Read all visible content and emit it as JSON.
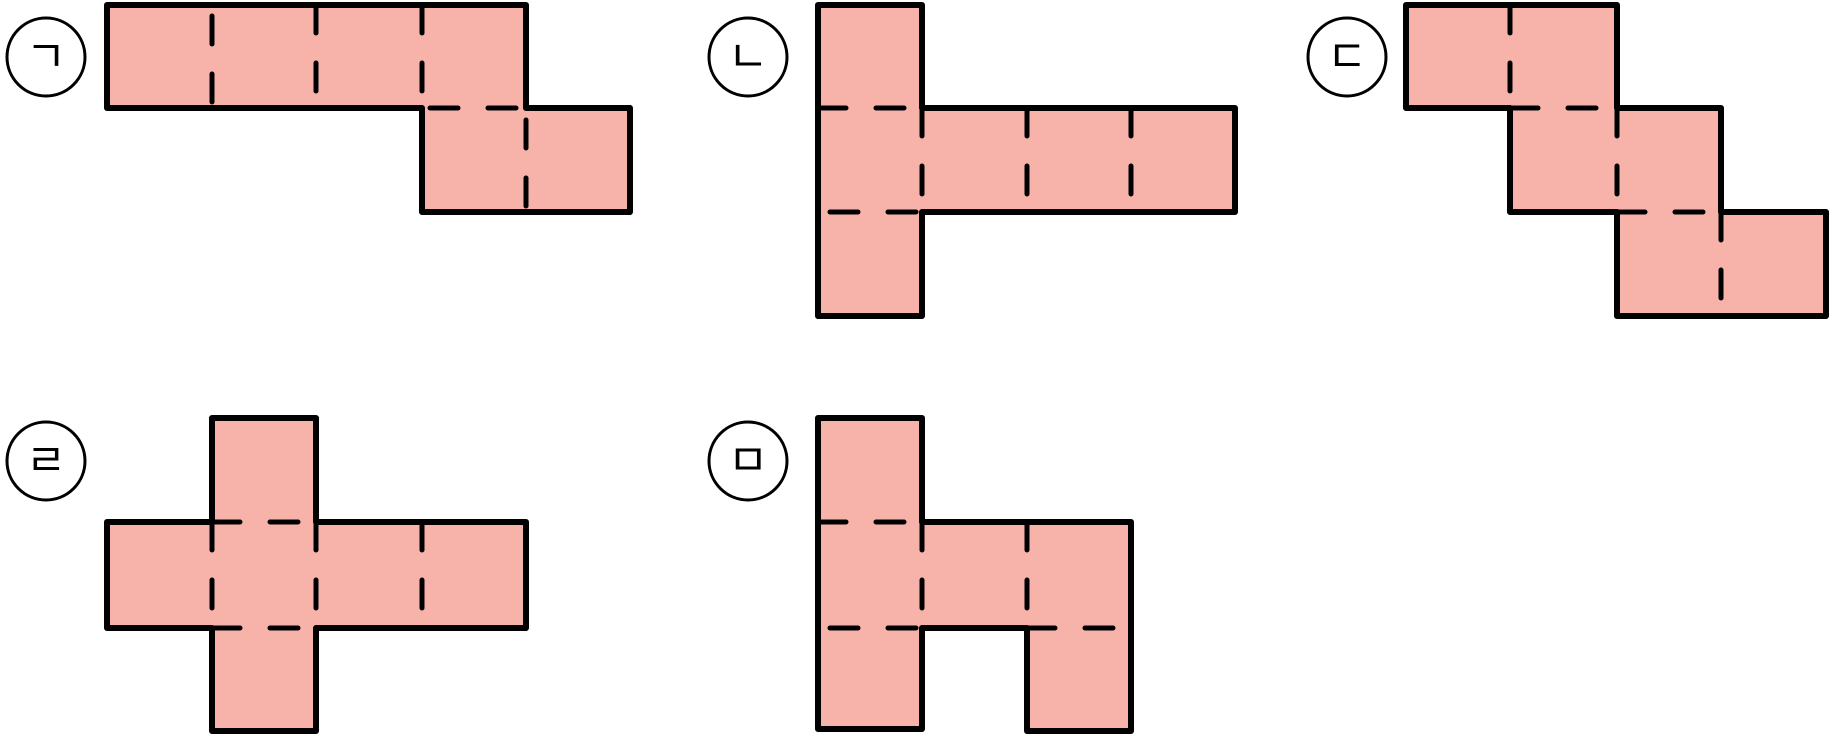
{
  "colors": {
    "face_fill": "#f7b3aa",
    "line": "#000000",
    "background": "#ffffff"
  },
  "nets": [
    {
      "id": "n1",
      "label": "ㄱ"
    },
    {
      "id": "n2",
      "label": "ㄴ"
    },
    {
      "id": "n3",
      "label": "ㄷ"
    },
    {
      "id": "n4",
      "label": "ㄹ"
    },
    {
      "id": "n5",
      "label": "ㅁ"
    }
  ]
}
